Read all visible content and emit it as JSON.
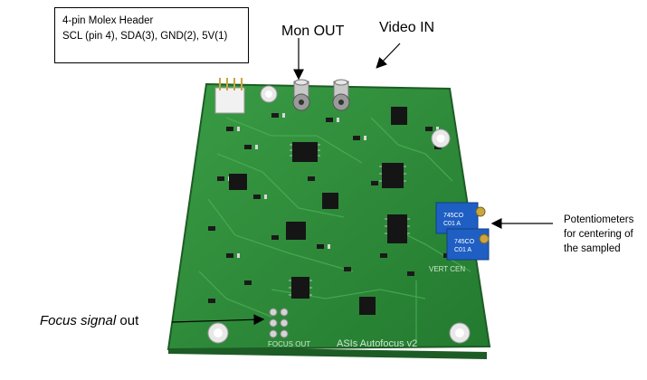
{
  "callout": {
    "line1": "4-pin Molex Header",
    "line2": "SCL (pin 4),  SDA(3),  GND(2),  5V(1)"
  },
  "labels": {
    "mon_out": "Mon OUT",
    "video_in": "Video IN",
    "focus_italic": "Focus signal",
    "focus_rest": " out",
    "pot_line1": "Potentiometers",
    "pot_line2": "for centering of",
    "pot_line3": "the sampled"
  },
  "board": {
    "silkscreen_title": "ASIs Autofocus v2",
    "focus_out": "FOCUS OUT",
    "vert_cent": "VERT CEN",
    "pot_code": "745CO",
    "pot_value": "C01 A"
  },
  "colors": {
    "pcb": "#2f8a3a",
    "pcb_edge": "#1d5c25",
    "arrow": "#000000"
  }
}
